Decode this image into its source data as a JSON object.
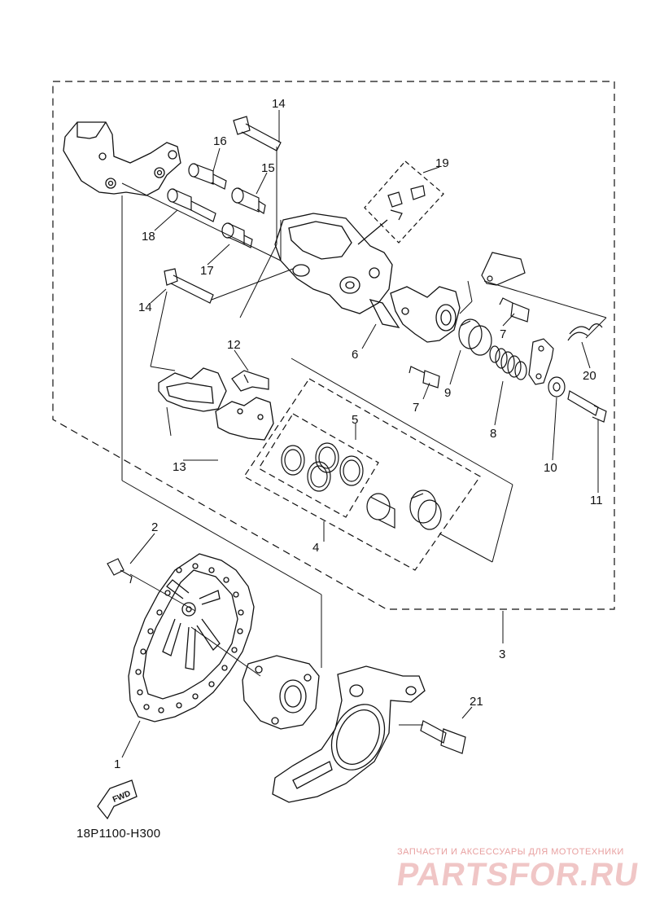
{
  "diagram": {
    "code": "18P1100-H300",
    "fwd_label": "FWD",
    "callouts": {
      "c1": "1",
      "c2": "2",
      "c3": "3",
      "c4": "4",
      "c5": "5",
      "c6": "6",
      "c7a": "7",
      "c7b": "7",
      "c8": "8",
      "c9": "9",
      "c10": "10",
      "c11": "11",
      "c12": "12",
      "c13": "13",
      "c14a": "14",
      "c14b": "14",
      "c15": "15",
      "c16": "16",
      "c17": "17",
      "c18": "18",
      "c19": "19",
      "c20": "20",
      "c21": "21"
    }
  },
  "watermark": {
    "tagline": "ЗАПЧАСТИ И АКСЕССУАРЫ ДЛЯ МОТОТЕХНИКИ",
    "brand": "PARTSFOR.RU"
  },
  "colors": {
    "line": "#111111",
    "watermark": "#e8a0a0"
  }
}
